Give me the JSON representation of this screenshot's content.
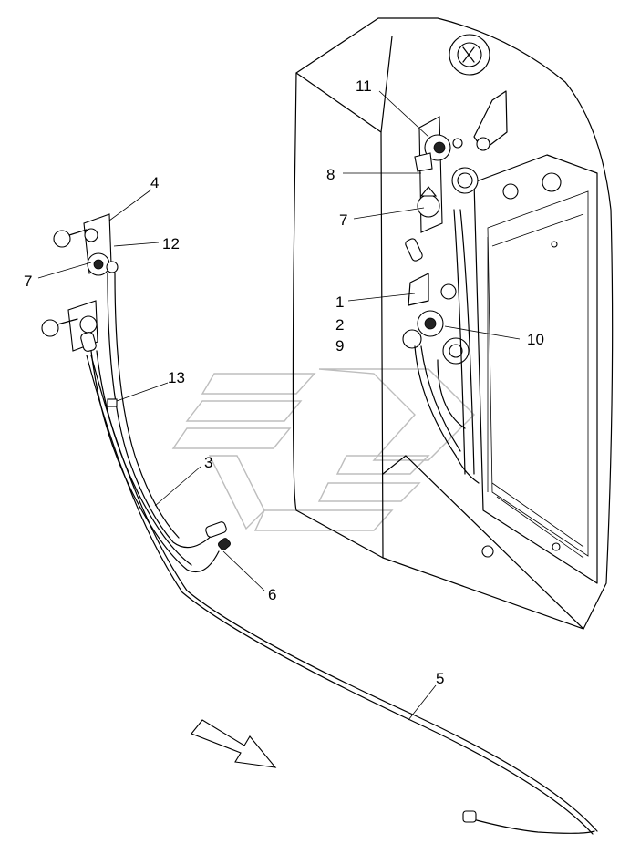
{
  "callouts": {
    "c11": "11",
    "c8": "8",
    "c7_right": "7",
    "c1": "1",
    "c2": "2",
    "c9": "9",
    "c10": "10",
    "c4": "4",
    "c12": "12",
    "c7_left": "7",
    "c13": "13",
    "c3": "3",
    "c6": "6",
    "c5": "5"
  },
  "icons": {
    "direction_arrow": "front-direction-arrow-icon",
    "watermark": "brand-watermark-logo"
  }
}
